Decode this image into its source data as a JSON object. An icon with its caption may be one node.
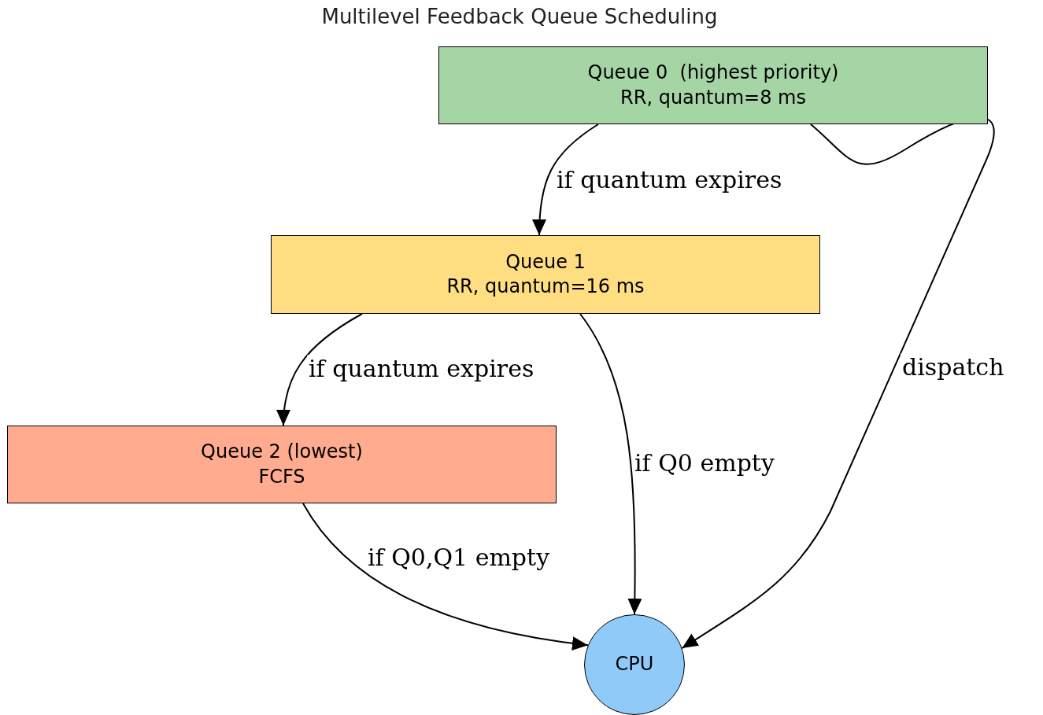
{
  "diagram": {
    "title": "Multilevel Feedback Queue Scheduling",
    "nodes": [
      {
        "text": [
          "Queue 0  (highest priority)",
          "RR, quantum=8 ms"
        ]
      },
      {
        "text": [
          "Queue 1",
          "RR, quantum=16 ms"
        ]
      },
      {
        "text": [
          "Queue 2 (lowest)",
          "FCFS"
        ]
      },
      {
        "text": [
          "CPU"
        ]
      }
    ],
    "edges": [
      {
        "from": 0,
        "to": 1,
        "arrow": "to",
        "label": "if quantum expires"
      },
      {
        "from": 1,
        "to": 2,
        "arrow": "to",
        "label": "if quantum expires"
      },
      {
        "from": 1,
        "to": 3,
        "arrow": "to",
        "label": "if Q0 empty"
      },
      {
        "from": 2,
        "to": 3,
        "arrow": "to",
        "label": "if Q0,Q1 empty"
      },
      {
        "from": 0,
        "to": 3,
        "arrow": "to",
        "label": "dispatch"
      }
    ]
  }
}
